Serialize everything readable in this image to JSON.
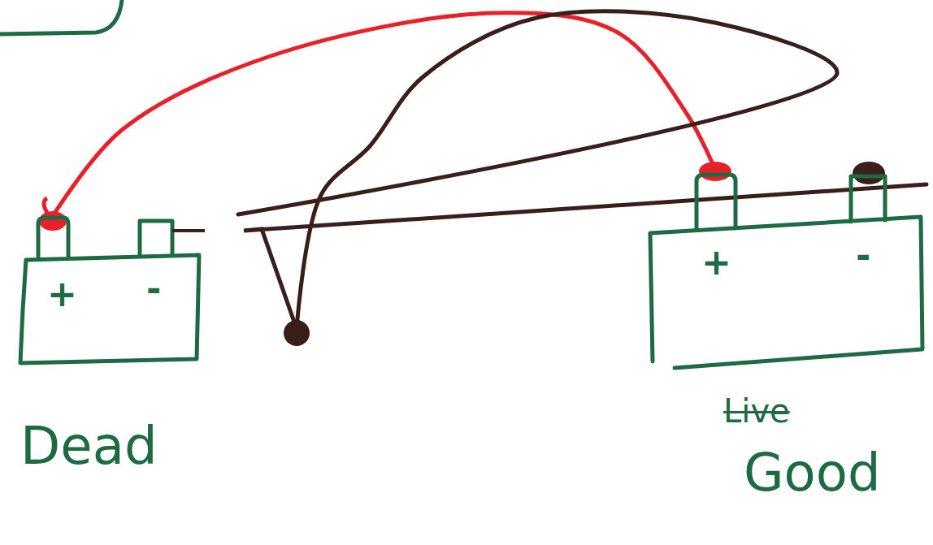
{
  "diagram": {
    "nodes": [
      {
        "text": [
          "+",
          "-",
          "Dead"
        ]
      },
      {
        "text": [
          "+",
          "-",
          "Good"
        ]
      }
    ],
    "edges": [
      {
        "from": 0,
        "to": 1,
        "arrow": "none"
      },
      {
        "from": 1,
        "to": 0,
        "arrow": "none"
      }
    ],
    "labels": [
      "Live"
    ]
  }
}
